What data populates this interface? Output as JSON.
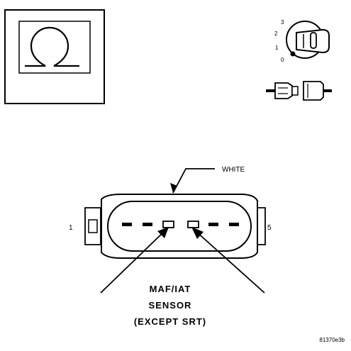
{
  "icons": {
    "ohmmeter": "ohm-symbol-icon",
    "ignition_key": "ignition-key-icon",
    "connector_disconnected": "disconnected-connector-icon"
  },
  "ignition_positions": [
    "3",
    "2",
    "1",
    "0"
  ],
  "connector": {
    "wire_color_callout": "WHITE",
    "pin_left": "1",
    "pin_right": "5"
  },
  "sensor_label": {
    "line1": "MAF/IAT",
    "line2": "SENSOR",
    "line3": "(EXCEPT SRT)"
  },
  "figure_id": "81370e3b"
}
